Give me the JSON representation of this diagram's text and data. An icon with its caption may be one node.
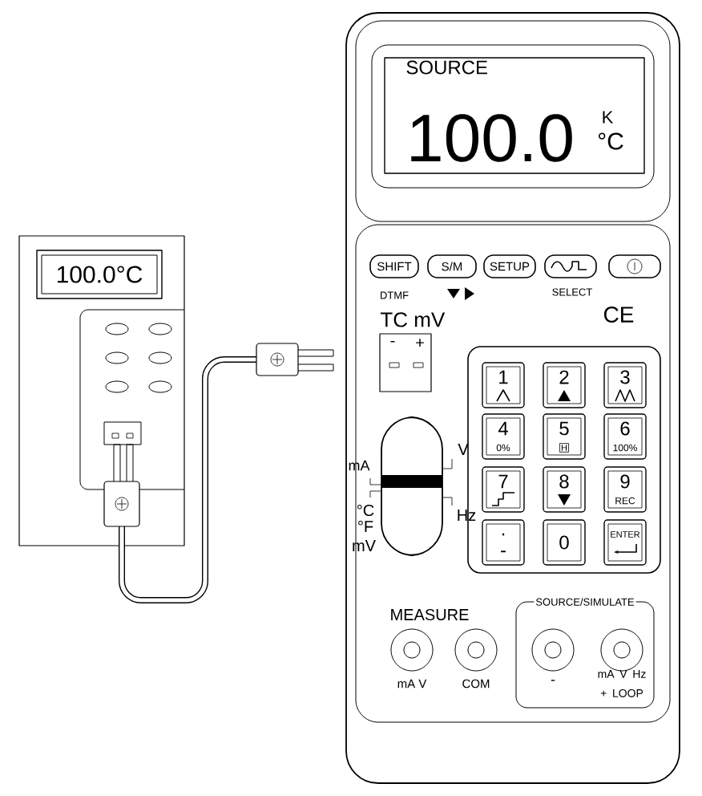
{
  "diagram": {
    "nodes": [
      {
        "text": [
          "100.0°C"
        ]
      },
      {
        "text": [
          "SOURCE",
          "100.0",
          "K",
          "°C"
        ]
      },
      {
        "text": [
          "SHIFT"
        ]
      },
      {
        "text": [
          "S/M"
        ]
      },
      {
        "text": [
          "SETUP"
        ]
      },
      {
        "text": [
          "TC mV",
          "-",
          "+"
        ]
      },
      {
        "text": [
          "1"
        ]
      },
      {
        "text": [
          "2"
        ]
      },
      {
        "text": [
          "3"
        ]
      },
      {
        "text": [
          "4",
          "0%"
        ]
      },
      {
        "text": [
          "5",
          "H"
        ]
      },
      {
        "text": [
          "6",
          "100%"
        ]
      },
      {
        "text": [
          "7"
        ]
      },
      {
        "text": [
          "8"
        ]
      },
      {
        "text": [
          "9",
          "REC"
        ]
      },
      {
        "text": [
          ".",
          "-"
        ]
      },
      {
        "text": [
          "0"
        ]
      },
      {
        "text": [
          "ENTER"
        ]
      },
      {
        "text": [
          "SOURCE/SIMULATE",
          "-",
          "mA V Hz + LOOP"
        ]
      },
      {
        "text": [],
        "shape": "box"
      },
      {
        "text": [],
        "shape": "box"
      }
    ],
    "labels": [
      "DTMF",
      "SELECT",
      "CE",
      "mA",
      "V",
      "°C",
      "°F",
      "mV",
      "Hz",
      "MEASURE",
      "mA V",
      "COM"
    ]
  }
}
